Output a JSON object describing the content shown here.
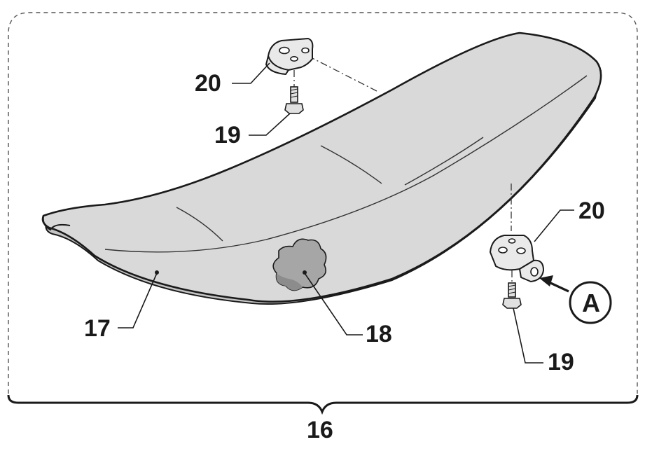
{
  "callouts": {
    "assembly": "16",
    "seat_cover": "17",
    "knob": "18",
    "bolt_rear": "19",
    "bolt_front": "19",
    "bracket_rear": "20",
    "bracket_front": "20",
    "view_marker": "A"
  },
  "colors": {
    "seat_fill": "#d9d9d9",
    "knob_fill": "#a6a6a6",
    "line": "#1a1a1a"
  }
}
